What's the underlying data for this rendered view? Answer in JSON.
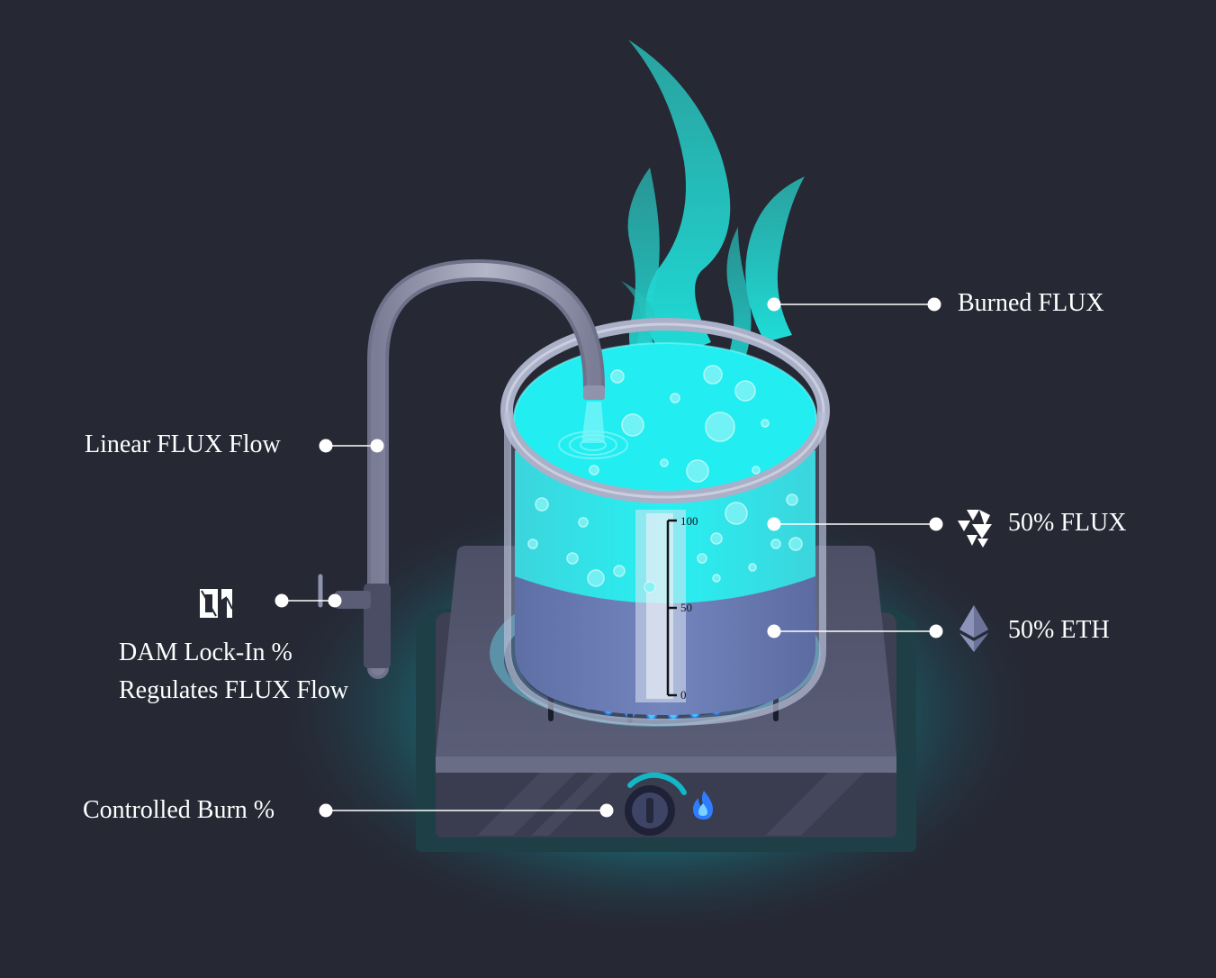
{
  "labels": {
    "burned_flux": "Burned FLUX",
    "linear_flux_flow": "Linear FLUX Flow",
    "flux_share": "50% FLUX",
    "eth_share": "50% ETH",
    "dam_line1": "DAM Lock-In %",
    "dam_line2": "Regulates FLUX Flow",
    "controlled_burn": "Controlled Burn %"
  },
  "gauge": {
    "ticks": [
      "100",
      "50",
      "0"
    ],
    "flux_percent": 50,
    "eth_percent": 50
  },
  "icons": {
    "dam_logo": "dam-logo-icon",
    "flux_logo": "flux-logo-icon",
    "eth_logo": "ethereum-icon",
    "flame": "flame-icon",
    "knob": "burner-knob-icon"
  },
  "colors": {
    "background": "#262834",
    "flux_cyan": "#1ee6e8",
    "eth_blue": "#6d7fb4",
    "stove": "#4a4d63",
    "steam": "#1fd9d3"
  }
}
